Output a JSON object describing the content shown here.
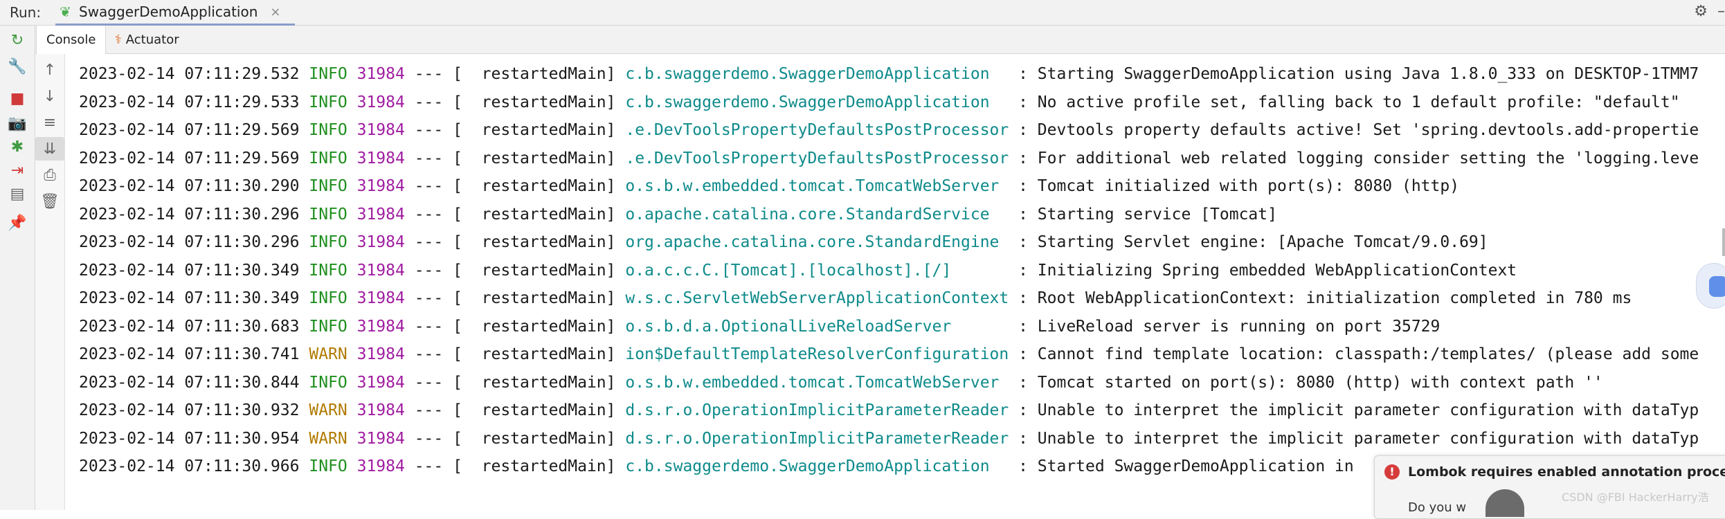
{
  "runbar": {
    "label": "Run:",
    "tab": "SwaggerDemoApplication",
    "close": "×"
  },
  "tabs": [
    {
      "label": "Console",
      "icon": "console"
    },
    {
      "label": "Actuator",
      "icon": "actuator-icon"
    }
  ],
  "toolbar_icons": [
    "rerun-icon",
    "settings-wrench-icon",
    "stop-icon",
    "camera-icon",
    "debug-icon",
    "login-icon",
    "layout-icon",
    "pin-icon"
  ],
  "toolbar2_icons": [
    "up-arrow-icon",
    "down-arrow-icon",
    "soft-wrap-icon",
    "scroll-to-end-icon",
    "print-icon",
    "trash-icon"
  ],
  "log": [
    {
      "ts": "2023-02-14 07:11:29.532",
      "level": "INFO",
      "pid": "31984",
      "thread": " --- [  restartedMain]",
      "logger": "c.b.swaggerdemo.SwaggerDemoApplication  ",
      "msg": " : Starting SwaggerDemoApplication using Java 1.8.0_333 on DESKTOP-1TMM7"
    },
    {
      "ts": "2023-02-14 07:11:29.533",
      "level": "INFO",
      "pid": "31984",
      "thread": " --- [  restartedMain]",
      "logger": "c.b.swaggerdemo.SwaggerDemoApplication  ",
      "msg": " : No active profile set, falling back to 1 default profile: \"default\""
    },
    {
      "ts": "2023-02-14 07:11:29.569",
      "level": "INFO",
      "pid": "31984",
      "thread": " --- [  restartedMain]",
      "logger": ".e.DevToolsPropertyDefaultsPostProcessor",
      "msg": " : Devtools property defaults active! Set 'spring.devtools.add-propertie"
    },
    {
      "ts": "2023-02-14 07:11:29.569",
      "level": "INFO",
      "pid": "31984",
      "thread": " --- [  restartedMain]",
      "logger": ".e.DevToolsPropertyDefaultsPostProcessor",
      "msg": " : For additional web related logging consider setting the 'logging.leve"
    },
    {
      "ts": "2023-02-14 07:11:30.290",
      "level": "INFO",
      "pid": "31984",
      "thread": " --- [  restartedMain]",
      "logger": "o.s.b.w.embedded.tomcat.TomcatWebServer ",
      "msg": " : Tomcat initialized with port(s): 8080 (http)"
    },
    {
      "ts": "2023-02-14 07:11:30.296",
      "level": "INFO",
      "pid": "31984",
      "thread": " --- [  restartedMain]",
      "logger": "o.apache.catalina.core.StandardService  ",
      "msg": " : Starting service [Tomcat]"
    },
    {
      "ts": "2023-02-14 07:11:30.296",
      "level": "INFO",
      "pid": "31984",
      "thread": " --- [  restartedMain]",
      "logger": "org.apache.catalina.core.StandardEngine ",
      "msg": " : Starting Servlet engine: [Apache Tomcat/9.0.69]"
    },
    {
      "ts": "2023-02-14 07:11:30.349",
      "level": "INFO",
      "pid": "31984",
      "thread": " --- [  restartedMain]",
      "logger": "o.a.c.c.C.[Tomcat].[localhost].[/]      ",
      "msg": " : Initializing Spring embedded WebApplicationContext"
    },
    {
      "ts": "2023-02-14 07:11:30.349",
      "level": "INFO",
      "pid": "31984",
      "thread": " --- [  restartedMain]",
      "logger": "w.s.c.ServletWebServerApplicationContext",
      "msg": " : Root WebApplicationContext: initialization completed in 780 ms"
    },
    {
      "ts": "2023-02-14 07:11:30.683",
      "level": "INFO",
      "pid": "31984",
      "thread": " --- [  restartedMain]",
      "logger": "o.s.b.d.a.OptionalLiveReloadServer      ",
      "msg": " : LiveReload server is running on port 35729"
    },
    {
      "ts": "2023-02-14 07:11:30.741",
      "level": "WARN",
      "pid": "31984",
      "thread": " --- [  restartedMain]",
      "logger": "ion$DefaultTemplateResolverConfiguration",
      "msg": " : Cannot find template location: classpath:/templates/ (please add some"
    },
    {
      "ts": "2023-02-14 07:11:30.844",
      "level": "INFO",
      "pid": "31984",
      "thread": " --- [  restartedMain]",
      "logger": "o.s.b.w.embedded.tomcat.TomcatWebServer ",
      "msg": " : Tomcat started on port(s): 8080 (http) with context path ''"
    },
    {
      "ts": "2023-02-14 07:11:30.932",
      "level": "WARN",
      "pid": "31984",
      "thread": " --- [  restartedMain]",
      "logger": "d.s.r.o.OperationImplicitParameterReader",
      "msg": " : Unable to interpret the implicit parameter configuration with dataTyp"
    },
    {
      "ts": "2023-02-14 07:11:30.954",
      "level": "WARN",
      "pid": "31984",
      "thread": " --- [  restartedMain]",
      "logger": "d.s.r.o.OperationImplicitParameterReader",
      "msg": " : Unable to interpret the implicit parameter configuration with dataTyp"
    },
    {
      "ts": "2023-02-14 07:11:30.966",
      "level": "INFO",
      "pid": "31984",
      "thread": " --- [  restartedMain]",
      "logger": "c.b.swaggerdemo.SwaggerDemoApplication  ",
      "msg": " : Started SwaggerDemoApplication in"
    }
  ],
  "notification": {
    "title": "Lombok requires enabled annotation processi",
    "sub": "Do you w",
    "watermark": "CSDN @FBI HackerHarry浩"
  },
  "colors": {
    "info": "#1f8f1f",
    "warn": "#b07b00",
    "pid": "#a01ca0",
    "logger": "#0e8a8a"
  }
}
